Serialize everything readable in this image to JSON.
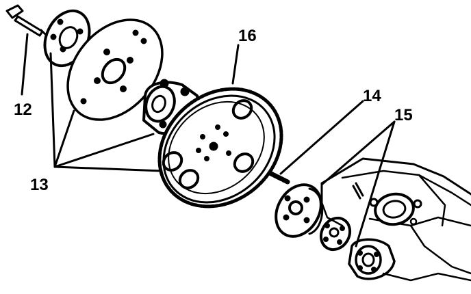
{
  "callouts": {
    "bolt": "12",
    "plates": "13",
    "pilot_bearing": "14",
    "spacers": "15",
    "flywheel": "16"
  },
  "colors": {
    "ink": "#000000",
    "paper": "#ffffff"
  }
}
